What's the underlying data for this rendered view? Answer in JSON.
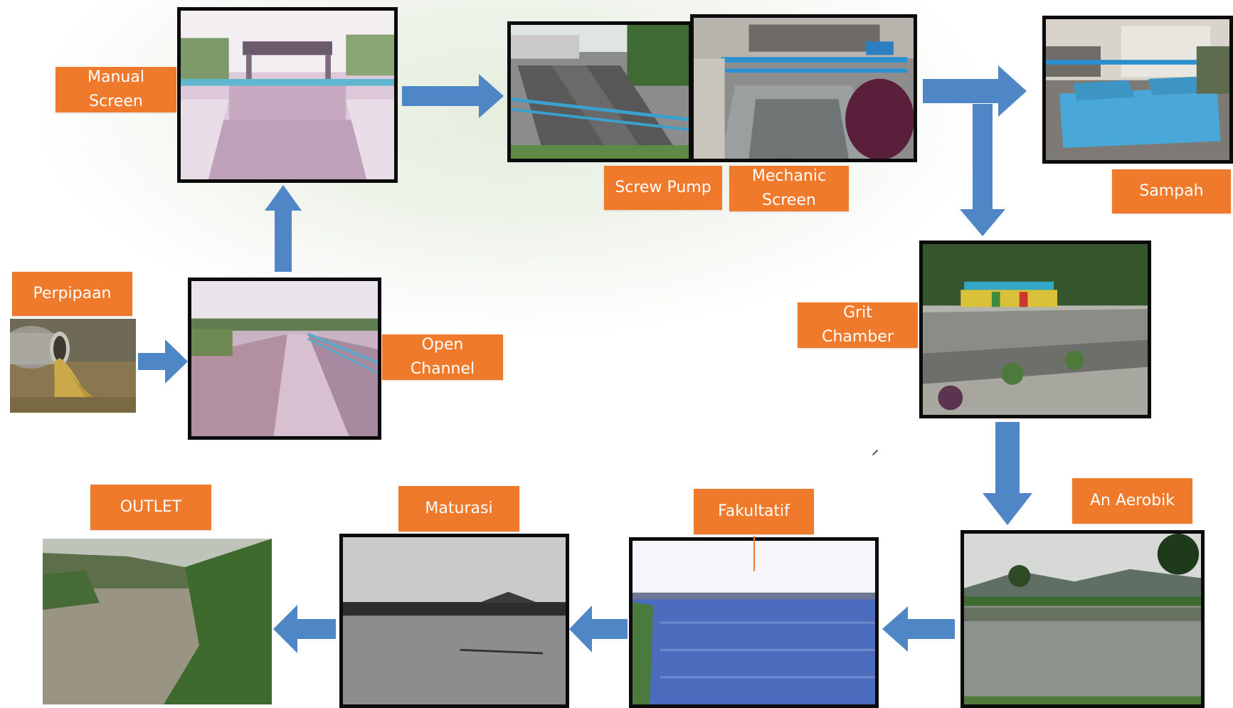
{
  "colors": {
    "label_fill": "#f07a2c",
    "label_text": "#ffffff",
    "arrow_fill": "#4f86c6",
    "photo_frame": "#0b0b0b"
  },
  "diagram": {
    "nodes": [
      {
        "id": "perpipaan",
        "label": "Perpipaan",
        "photo": "drain-pipe-photo"
      },
      {
        "id": "open-channel",
        "label": "Open\nChannel",
        "photo": "open-channel-photo"
      },
      {
        "id": "manual-screen",
        "label": "Manual\nScreen",
        "photo": "manual-screen-photo"
      },
      {
        "id": "screw-pump",
        "label": "Screw Pump",
        "photo": "screw-pump-photo"
      },
      {
        "id": "mechanic-screen",
        "label": "Mechanic\nScreen",
        "photo": "mechanic-screen-photo"
      },
      {
        "id": "sampah",
        "label": "Sampah",
        "photo": "waste-container-photo"
      },
      {
        "id": "grit-chamber",
        "label": "Grit\nChamber",
        "photo": "grit-chamber-photo"
      },
      {
        "id": "an-aerobik",
        "label": "An Aerobik",
        "photo": "anaerobic-pond-photo"
      },
      {
        "id": "fakultatif",
        "label": "Fakultatif",
        "photo": "facultative-pond-photo"
      },
      {
        "id": "maturasi",
        "label": "Maturasi",
        "photo": "maturation-pond-photo"
      },
      {
        "id": "outlet",
        "label": "OUTLET",
        "photo": "outlet-river-photo"
      }
    ],
    "edges": [
      {
        "from": "perpipaan",
        "to": "open-channel",
        "direction": "right"
      },
      {
        "from": "open-channel",
        "to": "manual-screen",
        "direction": "up"
      },
      {
        "from": "manual-screen",
        "to": "screw-pump",
        "direction": "right"
      },
      {
        "from": "mechanic-screen",
        "to": "sampah",
        "direction": "right"
      },
      {
        "from": "mechanic-screen",
        "to": "grit-chamber",
        "direction": "down"
      },
      {
        "from": "grit-chamber",
        "to": "an-aerobik",
        "direction": "down"
      },
      {
        "from": "an-aerobik",
        "to": "fakultatif",
        "direction": "left"
      },
      {
        "from": "fakultatif",
        "to": "maturasi",
        "direction": "left"
      },
      {
        "from": "maturasi",
        "to": "outlet",
        "direction": "left"
      }
    ]
  }
}
